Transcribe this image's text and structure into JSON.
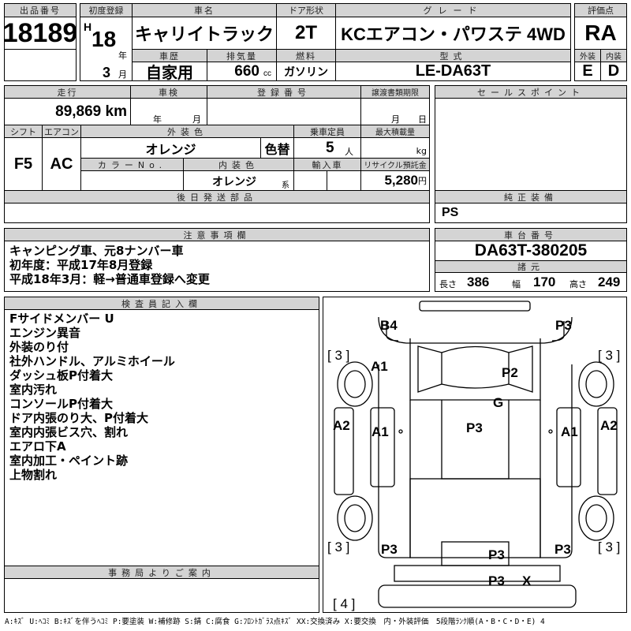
{
  "top": {
    "lot_no_label": "出品番号",
    "lot_no": "18189",
    "first_reg_label": "初度登録",
    "era": "H",
    "year": "18",
    "year_unit": "年",
    "month": "3",
    "month_unit": "月",
    "car_name_label": "車名",
    "car_name": "キャリイトラック",
    "door_label": "ドア形状",
    "door": "2T",
    "grade_label": "グレード",
    "grade": "KCエアコン・パワステ 4WD",
    "score_label": "評価点",
    "score": "RA",
    "history_label": "車歴",
    "history": "自家用",
    "displacement_label": "排気量",
    "displacement": "660",
    "displacement_unit": "cc",
    "fuel_label": "燃料",
    "fuel": "ガソリン",
    "model_label": "型式",
    "model": "LE-DA63T",
    "exterior_label": "外装",
    "exterior": "E",
    "interior_label": "内装",
    "interior": "D"
  },
  "mid": {
    "mileage_label": "走行",
    "mileage": "89,869 km",
    "inspection_label": "車検",
    "inspection_year": "年",
    "inspection_month": "月",
    "reg_no_label": "登録番号",
    "transfer_label": "譲渡書類期限",
    "transfer_month": "月",
    "transfer_day": "日",
    "shift_label": "シフト",
    "shift": "F5",
    "ac_label": "エアコン",
    "ac": "AC",
    "color_label": "外装色",
    "color": "オレンジ",
    "color_change": "色替",
    "capacity_label": "乗車定員",
    "capacity": "5",
    "capacity_unit": "人",
    "max_load_label": "最大積載量",
    "max_load_unit": "kg",
    "color_no_label": "カラーNo.",
    "interior_color_label": "内装色",
    "interior_color": "オレンジ",
    "interior_color_suffix": "系",
    "import_label": "輸入車",
    "recycle_label": "リサイクル預託金",
    "recycle": "5,280",
    "recycle_unit": "円",
    "later_parts_label": "後日発送部品"
  },
  "right": {
    "sales_point_label": "セールスポイント",
    "equipment_label": "純正装備",
    "equipment": "PS",
    "chassis_label": "車台番号",
    "chassis": "DA63T-380205",
    "spec_label": "諸元",
    "length_label": "長さ",
    "length": "386",
    "width_label": "幅",
    "width": "170",
    "height_label": "高さ",
    "height": "249"
  },
  "notes": {
    "label": "注意事項欄",
    "lines": [
      "キャンピング車、元8ナンバー車",
      "初年度：平成17年8月登録",
      "平成18年3月：軽→普通車登録へ変更"
    ]
  },
  "inspector": {
    "label": "検査員記入欄",
    "lines": [
      "Fサイドメンバー U",
      "エンジン異音",
      "外装のり付",
      "社外ハンドル、アルミホイール",
      "ダッシュ板P付着大",
      "室内汚れ",
      "コンソールP付着大",
      "ドア内張のり大、P付着大",
      "室内内張ビス穴、割れ",
      "エアロ下A",
      "室内加工・ペイント跡",
      "上物割れ"
    ]
  },
  "office": {
    "label": "事務局よりご案内"
  },
  "diagram": {
    "marks": [
      "B4",
      "P3",
      "[ 3 ]",
      "[ 3 ]",
      "A1",
      "P2",
      "G",
      "A2",
      "A1",
      "P3",
      "A1",
      "A2",
      "[ 3 ]",
      "P3",
      "P3",
      "P3",
      "[ 3 ]",
      "P3",
      "X",
      "[ 4 ]"
    ]
  },
  "legend": "A:ｷｽﾞ U:ﾍｺﾐ B:ｷｽﾞを伴うﾍｺﾐ P:要塗装 W:補修跡 S:錆 C:腐食 G:ﾌﾛﾝﾄｶﾞﾗｽ点ｷｽﾞ XX:交換済み X:要交換　内・外装評価　5段階ﾗﾝｸ順(A・B・C・D・E) 4"
}
